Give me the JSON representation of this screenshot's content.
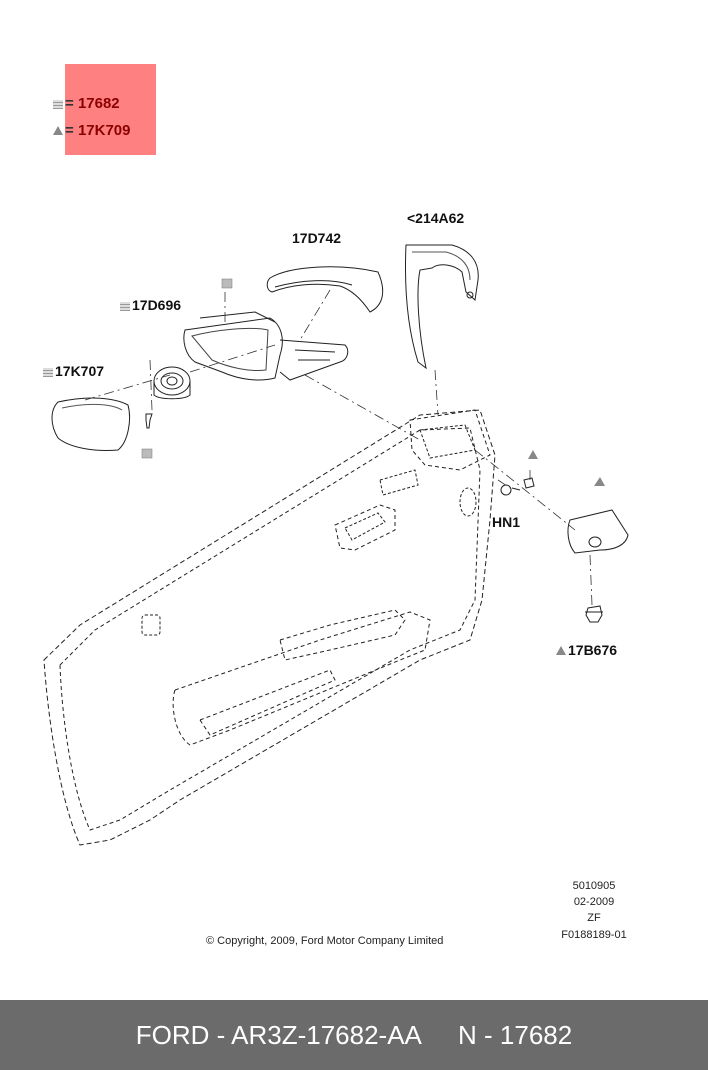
{
  "legend": {
    "items": [
      {
        "symbol": "square-icon",
        "eq": "=",
        "part": "17682"
      },
      {
        "symbol": "triangle-icon",
        "eq": "=",
        "part": "17K709"
      }
    ],
    "background": "#ff8080",
    "text_color": "#8b0000"
  },
  "callouts": {
    "c_214A62": "<214A62",
    "c_17D742": "17D742",
    "c_17D696": "17D696",
    "c_17K707": "17K707",
    "c_HN1": "HN1",
    "c_17B676": "17B676"
  },
  "meta": {
    "code1": "5010905",
    "date": "02-2009",
    "zf": "ZF",
    "ref": "F0188189-01"
  },
  "copyright": "© Copyright, 2009, Ford Motor Company Limited",
  "footer": {
    "left": "FORD - AR3Z-17682-AA",
    "right": "N - 17682",
    "background": "#6b6b6b"
  }
}
